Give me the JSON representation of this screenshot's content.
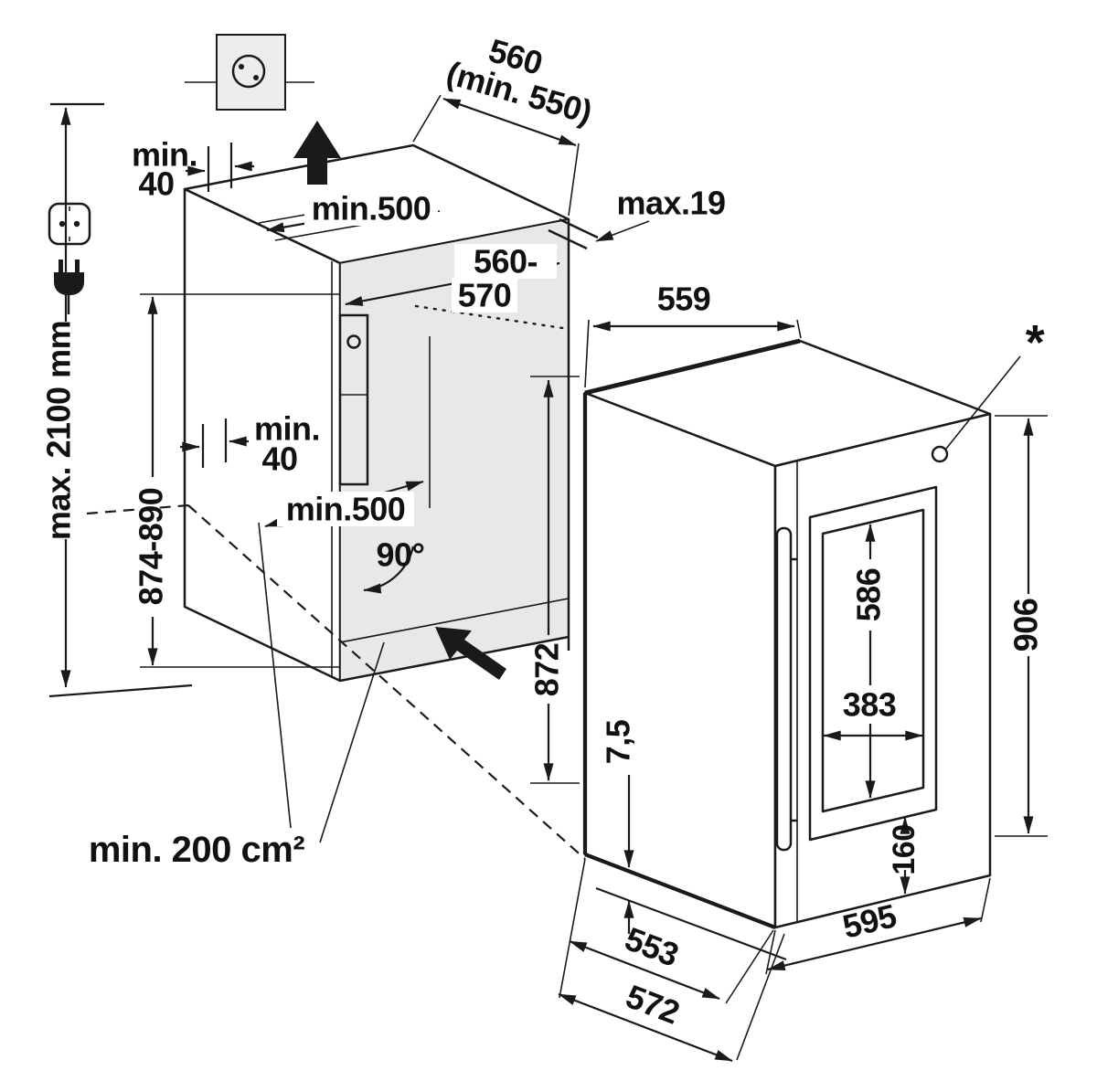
{
  "labels": {
    "max_height": "max. 2100 mm",
    "niche_height": "874-890",
    "wall_gap_top_1": "min.",
    "wall_gap_top_2": "40",
    "top_vent_depth": "min.500",
    "niche_depth_1": "560",
    "niche_depth_2": "(min. 550)",
    "front_panel_max": "max.19",
    "inner_width_1": "560-",
    "inner_width_2": "570",
    "top_width": "559",
    "wall_gap_mid_1": "min.",
    "wall_gap_mid_2": "40",
    "floor_depth": "min.500",
    "door_opening_angle": "90°",
    "niche_front_height": "872",
    "bottom_gap": "7,5",
    "glass_height": "586",
    "glass_width": "383",
    "glass_bottom_offset": "160",
    "appliance_height": "906",
    "depth_body": "553",
    "appliance_width": "595",
    "depth_total": "572",
    "vent_cross_section": "min. 200 cm²",
    "footnote": "*"
  },
  "colors": {
    "line": "#1a1a1a",
    "shade": "#e8e8e8",
    "socket_plate": "#ededed",
    "background": "#ffffff"
  }
}
